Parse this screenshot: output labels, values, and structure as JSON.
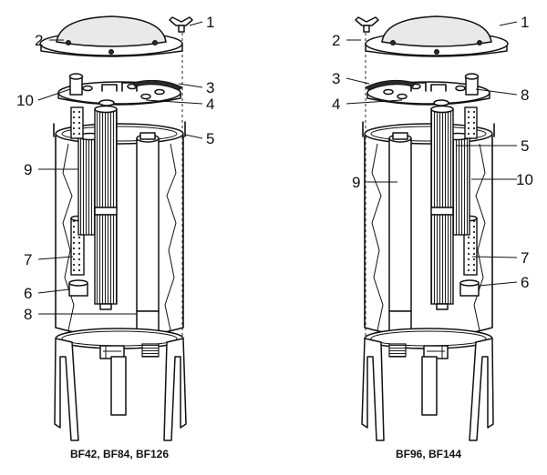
{
  "captions": {
    "left": "BF42, BF84, BF126",
    "right": "BF96, BF144"
  },
  "left_callouts": [
    "1",
    "2",
    "3",
    "4",
    "5",
    "6",
    "7",
    "8",
    "9",
    "10"
  ],
  "right_callouts": [
    "1",
    "2",
    "3",
    "4",
    "5",
    "6",
    "7",
    "8",
    "9",
    "10"
  ]
}
